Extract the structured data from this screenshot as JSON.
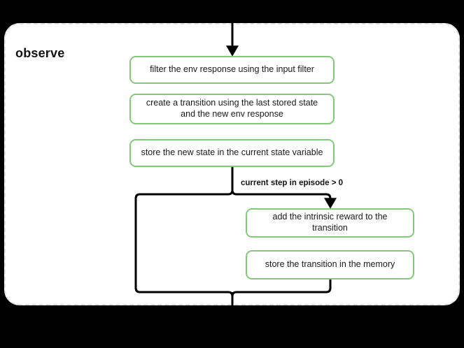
{
  "diagram": {
    "group": {
      "title": "observe",
      "border_style": "dashed",
      "border_color": "#e2e2e2",
      "background": "#ffffff"
    },
    "canvas_background": "#000000",
    "node_border_color": "#84c87c",
    "connector_color": "#000000",
    "nodes": [
      {
        "id": "filter",
        "label": "filter the env response using the input filter"
      },
      {
        "id": "create",
        "label": "create a transition using the last stored state and the new env response"
      },
      {
        "id": "store_state",
        "label": "store the new state in the current state variable"
      },
      {
        "id": "intrinsic",
        "label": "add the intrinsic reward to the transition"
      },
      {
        "id": "store_memory",
        "label": "store the transition in the memory"
      }
    ],
    "edges": [
      {
        "id": "entry",
        "label": ""
      },
      {
        "id": "branch",
        "label": "current step in episode > 0"
      },
      {
        "id": "exit",
        "label": ""
      }
    ]
  }
}
